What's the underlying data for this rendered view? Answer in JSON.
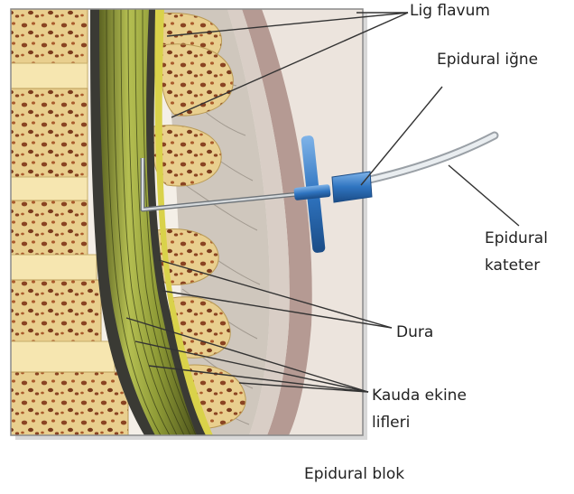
{
  "labels": {
    "lig_flavum": "Lig flavum",
    "epidural_needle": "Epidural iğne",
    "epidural_catheter_line1": "Epidural",
    "epidural_catheter_line2": "kateter",
    "dura": "Dura",
    "cauda_line1": "Kauda ekine",
    "cauda_line2": "lifleri"
  },
  "caption": "Epidural blok",
  "colors": {
    "bone": "#e9cf8e",
    "bone_dark": "#7a3a1c",
    "nerve": "#a7b24a",
    "needle_hub": "#2f74c0",
    "soft_tissue": "#c8c0b8",
    "skin": "#b59a93"
  }
}
